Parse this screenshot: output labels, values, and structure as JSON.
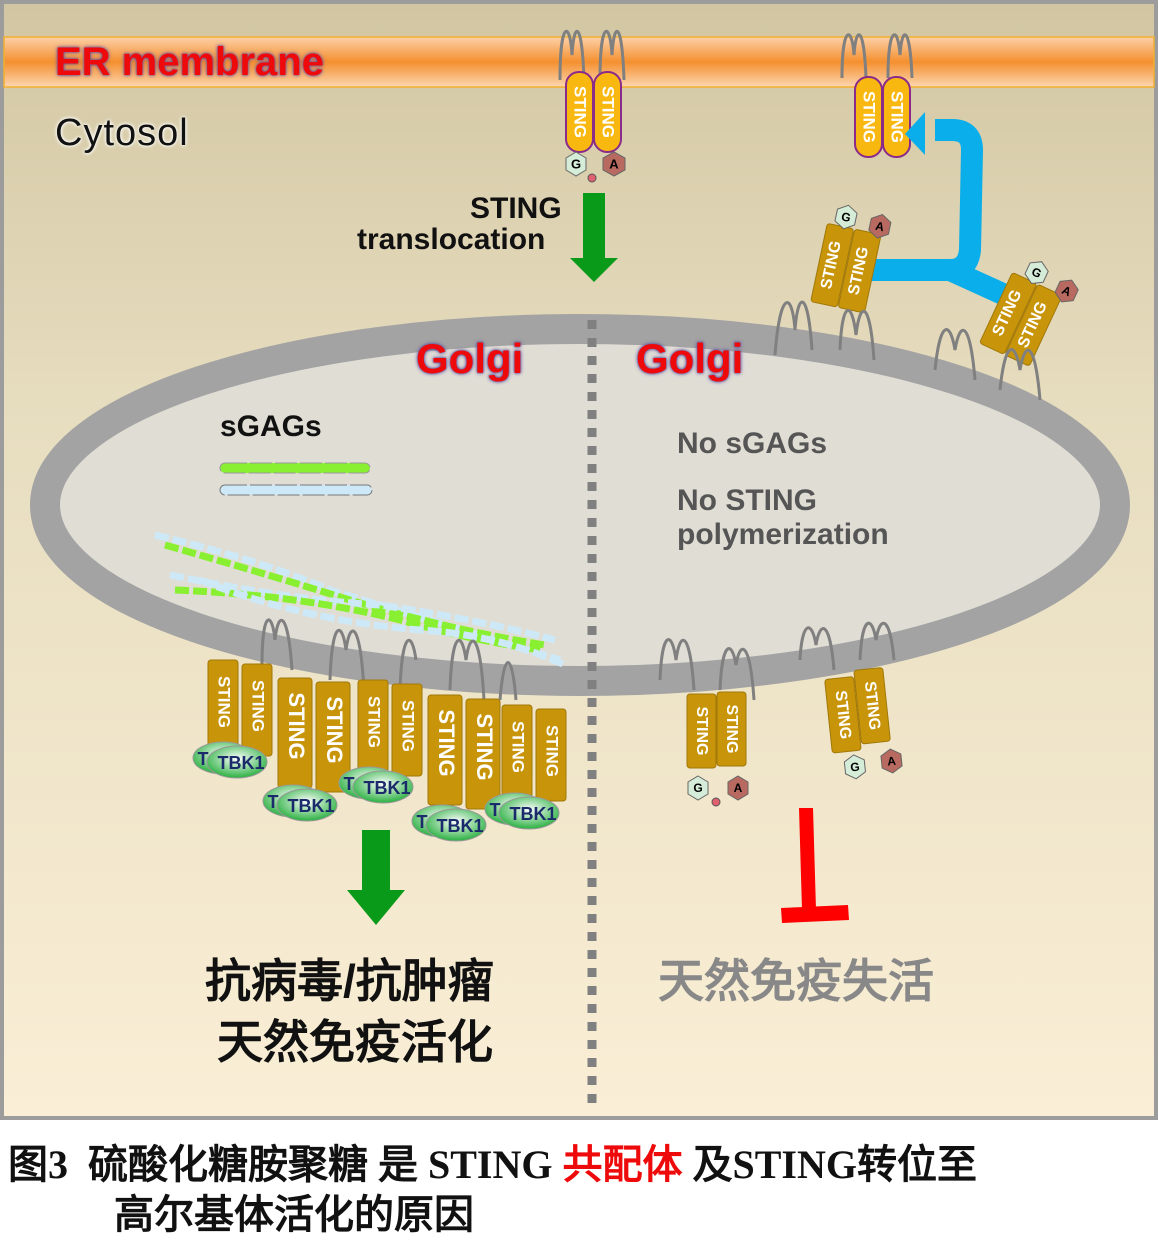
{
  "figure": {
    "er_membrane_label": "ER membrane",
    "cytosol_label": "Cytosol",
    "translocation_label_line1": "STING",
    "translocation_label_line2": "translocation",
    "golgi_left_label": "Golgi",
    "golgi_right_label": "Golgi",
    "sgags_label": "sGAGs",
    "no_sgags_label": "No sGAGs",
    "no_sting_label_line1": "No STING",
    "no_sting_label_line2": "polymerization",
    "protein_label": "STING",
    "kinase_label": "TBK1",
    "ligand_g": "G",
    "ligand_a": "A",
    "outcome_left_line1": "抗病毒/抗肿瘤",
    "outcome_left_line2": "天然免疫活化",
    "outcome_right": "天然免疫失活",
    "colors": {
      "er_membrane": "#f4902f",
      "golgi_membrane": "#a3a3a3",
      "sting_er": "#f9b810",
      "sting_golgi": "#c8940a",
      "activation_arrow": "#0a9a1a",
      "inhibition_bar": "#ff0000",
      "retrograde_arrow": "#0aaeea",
      "sgag_green": "#88f030",
      "sgag_blue": "#cde9f8"
    }
  },
  "caption": {
    "prefix": "图3  硫酸化糖胺聚糖 是 STING ",
    "highlight": "共配体",
    "suffix": " 及STING转位至",
    "line2": "高尔基体活化的原因"
  }
}
